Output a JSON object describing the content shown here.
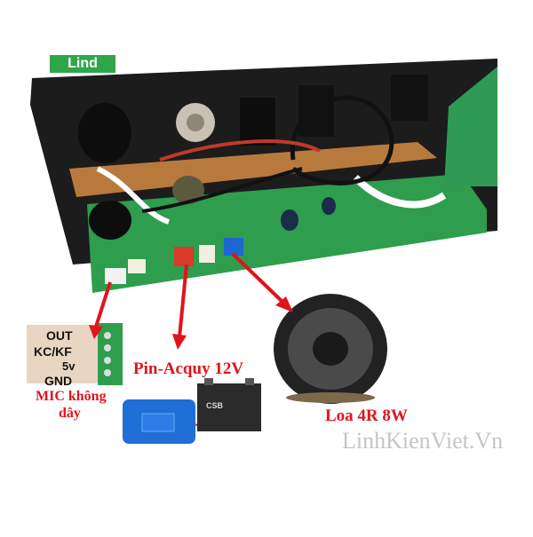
{
  "logo_text": "Lind",
  "labels": {
    "pin": "Pin-Acquy 12V",
    "mic_line1": "MIC không",
    "mic_line2": "dây",
    "speaker": "Loa 4R 8W"
  },
  "connector_pins": [
    "OUT",
    "KC/KF",
    "5v",
    "GND"
  ],
  "battery_brand": "CSB",
  "watermark": "LinhKienViet.Vn",
  "colors": {
    "arrow": "#e0141c",
    "board": "#2e9d4e",
    "panel": "#1c1c1c"
  }
}
